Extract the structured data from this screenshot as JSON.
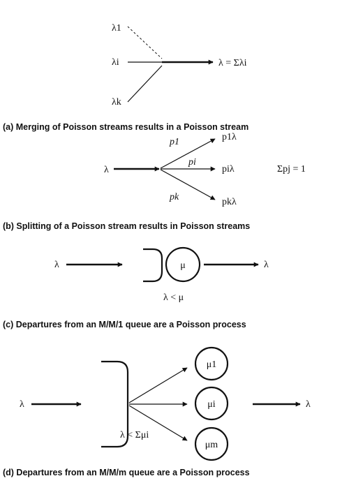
{
  "panels": {
    "a": {
      "inputs": [
        "λ1",
        "λi",
        "λk"
      ],
      "output": "λ = Σλi",
      "caption": "(a) Merging of Poisson streams results in a Poisson stream"
    },
    "b": {
      "input": "λ",
      "probs": [
        "p1",
        "pi",
        "pk"
      ],
      "outputs": [
        "p1λ",
        "piλ",
        "pkλ"
      ],
      "constraint": "Σpj = 1",
      "caption": "(b) Splitting of a Poisson stream results in Poisson streams"
    },
    "c": {
      "input": "λ",
      "server": "μ",
      "output": "λ",
      "condition": "λ < μ",
      "caption": "(c) Departures from an M/M/1 queue are a Poisson process"
    },
    "d": {
      "input": "λ",
      "servers": [
        "μ1",
        "μi",
        "μm"
      ],
      "output": "λ",
      "condition": "λ < Σμi",
      "caption": "(d) Departures from an M/M/m queue are a Poisson process"
    }
  }
}
